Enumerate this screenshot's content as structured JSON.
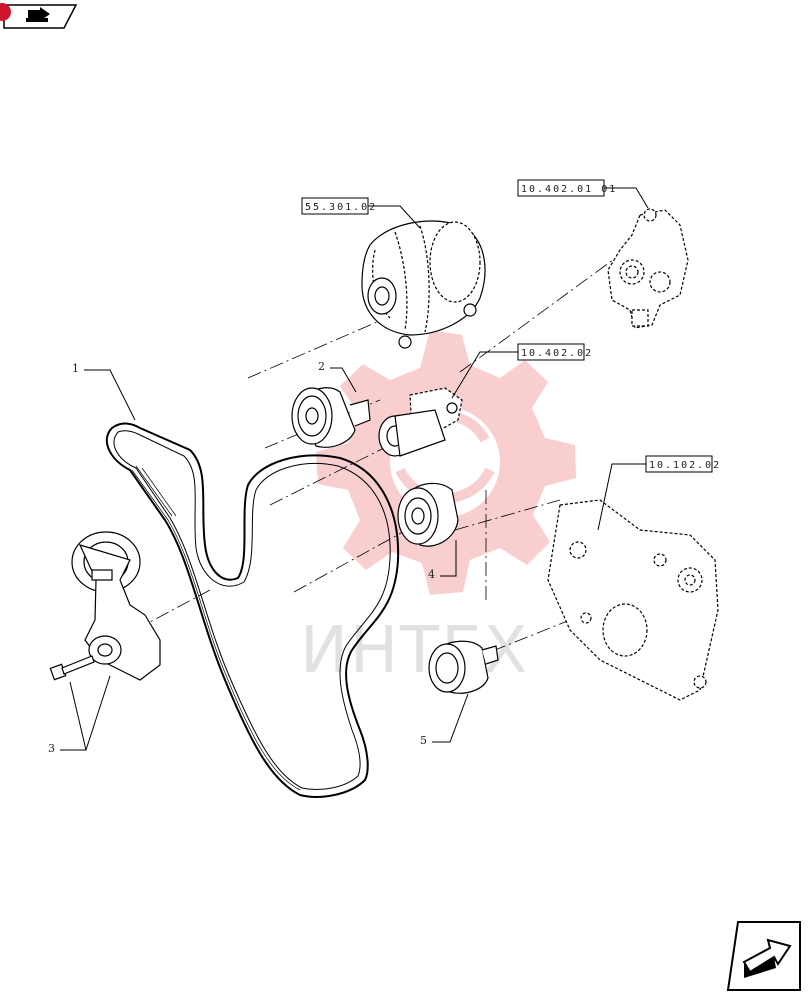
{
  "watermark": {
    "text": "ИНТЕХ",
    "color": "#e8262b"
  },
  "refs": {
    "alternator": "55.301.02",
    "water_pump": "10.402.01 01",
    "tensioner_assy": "10.402.02",
    "front_cover": "10.102.02"
  },
  "callouts": {
    "belt": "1",
    "idler_upper": "2",
    "tensioner": "3",
    "idler_mid": "4",
    "idler_lower": "5"
  },
  "nav": {
    "top_left_icon": "book-arrow-icon",
    "bottom_right_icon": "next-page-arrow-icon"
  }
}
